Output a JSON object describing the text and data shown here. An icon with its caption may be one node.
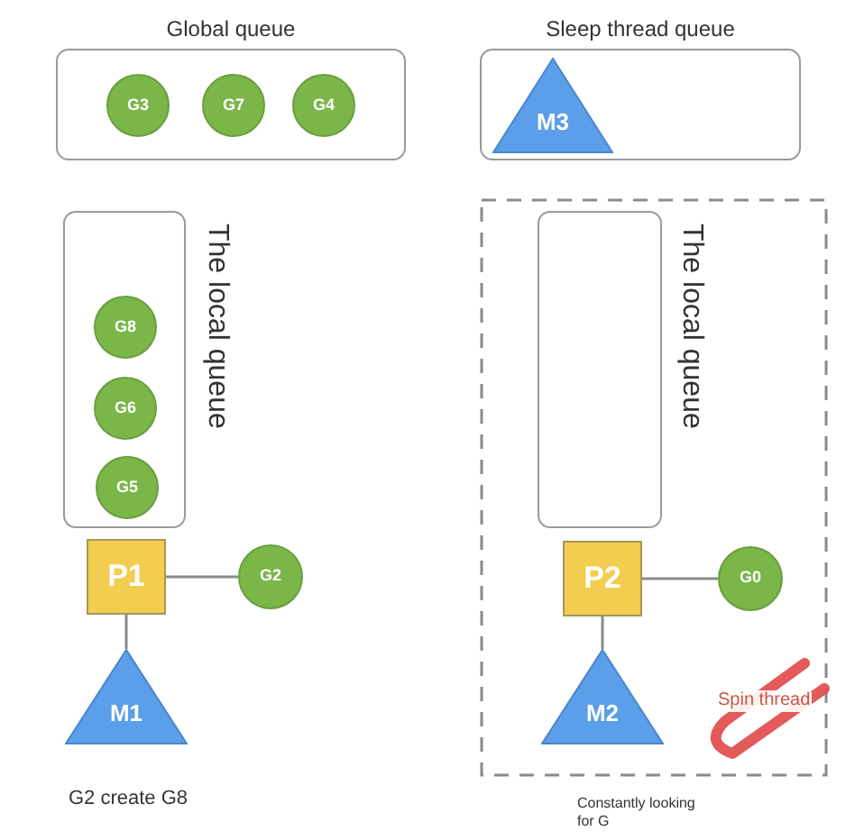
{
  "diagram": {
    "nodes": [
      {
        "text": [
          "Global queue"
        ]
      },
      {
        "text": [
          "G3"
        ],
        "in": 0
      },
      {
        "text": [
          "G7"
        ],
        "in": 0
      },
      {
        "text": [
          "G4"
        ],
        "in": 0
      },
      {
        "text": [
          "Sleep thread queue"
        ]
      },
      {
        "text": [
          "M3"
        ],
        "in": 4
      },
      {
        "text": [
          "The local queue"
        ]
      },
      {
        "text": [
          "G8"
        ],
        "in": 6
      },
      {
        "text": [
          "G6"
        ],
        "in": 6
      },
      {
        "text": [
          "G5"
        ],
        "in": 6
      },
      {
        "text": [
          "P1"
        ]
      },
      {
        "text": [
          "G2"
        ]
      },
      {
        "text": [
          "M1"
        ]
      },
      {
        "text": [],
        "shape": "box"
      },
      {
        "text": [
          "The local queue"
        ],
        "in": 13
      },
      {
        "text": [
          "P2"
        ],
        "in": 13
      },
      {
        "text": [
          "G0"
        ],
        "in": 13
      },
      {
        "text": [
          "M2"
        ],
        "in": 13
      }
    ],
    "edges": [
      {
        "from": 10,
        "to": 11,
        "arrow": "none"
      },
      {
        "from": 10,
        "to": 12,
        "arrow": "none"
      },
      {
        "from": 15,
        "to": 16,
        "arrow": "none"
      },
      {
        "from": 15,
        "to": 17,
        "arrow": "none"
      }
    ],
    "labels": [
      "Spin thread",
      "G2 create G8",
      "Constantly looking for G"
    ]
  }
}
